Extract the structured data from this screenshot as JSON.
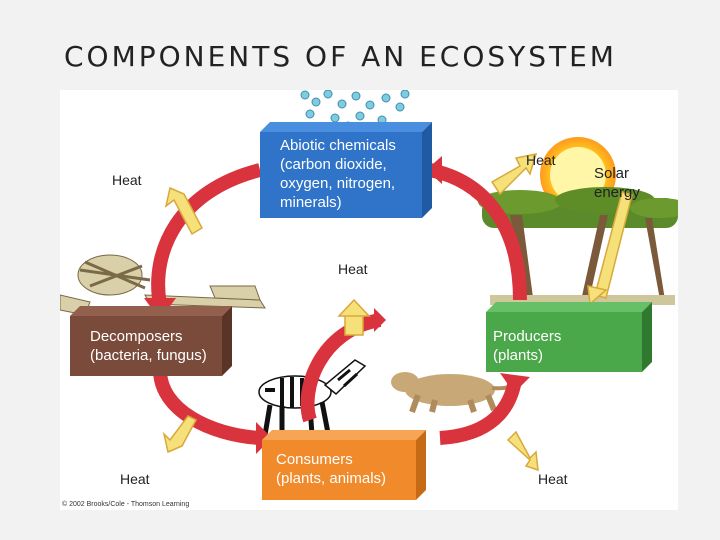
{
  "title": "COMPONENTS OF AN ECOSYSTEM",
  "boxes": {
    "abiotic": "Abiotic chemicals\n(carbon dioxide,\noxygen, nitrogen,\nminerals)",
    "decomposers": "Decomposers\n(bacteria, fungus)",
    "producers": "Producers\n(plants)",
    "consumers": "Consumers\n(plants, animals)"
  },
  "heat_label": "Heat",
  "solar_label": "Solar\nenergy",
  "copyright": "© 2002 Brooks/Cole - Thomson Learning",
  "colors": {
    "cycle_arrow": "#d9343e",
    "heat_arrow": "#f5e07a",
    "abiotic_box": "#2f74c9",
    "decomposers_box": "#7a4a3a",
    "producers_box": "#4aa84a",
    "consumers_box": "#f08a2a",
    "sun": "#ffd21e"
  }
}
